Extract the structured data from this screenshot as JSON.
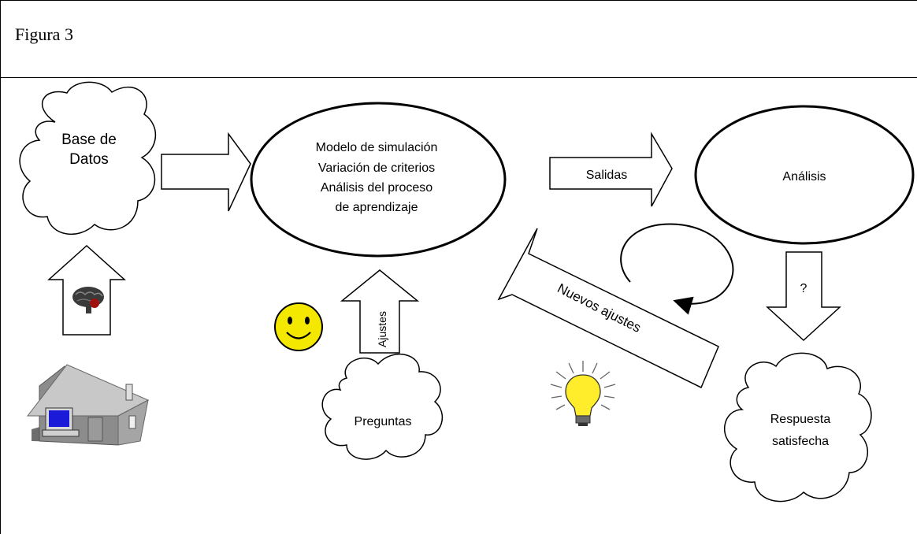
{
  "caption": "Figura 3",
  "nodes": {
    "database": [
      "Base de",
      "Datos"
    ],
    "model": [
      "Modelo de simulación",
      "Variación de criterios",
      "Análisis del proceso",
      "de aprendizaje"
    ],
    "analysis": "Análisis",
    "questions": "Preguntas",
    "answer": [
      "Respuesta",
      "satisfecha"
    ]
  },
  "arrows": {
    "outputs": "Salidas",
    "adjustments": "Ajustes",
    "new_adjustments": "Nuevos ajustes",
    "question_mark": "?"
  },
  "icons": [
    "brain-icon",
    "house-computer-icon",
    "smiley-icon",
    "lightbulb-icon",
    "loop-arrow-icon"
  ],
  "colors": {
    "smiley": "#f5e800",
    "bulb": "#ffec2a",
    "screen": "#1a1ad8",
    "house_wall": "#8c8c8c",
    "house_roof": "#c8c8c8"
  }
}
